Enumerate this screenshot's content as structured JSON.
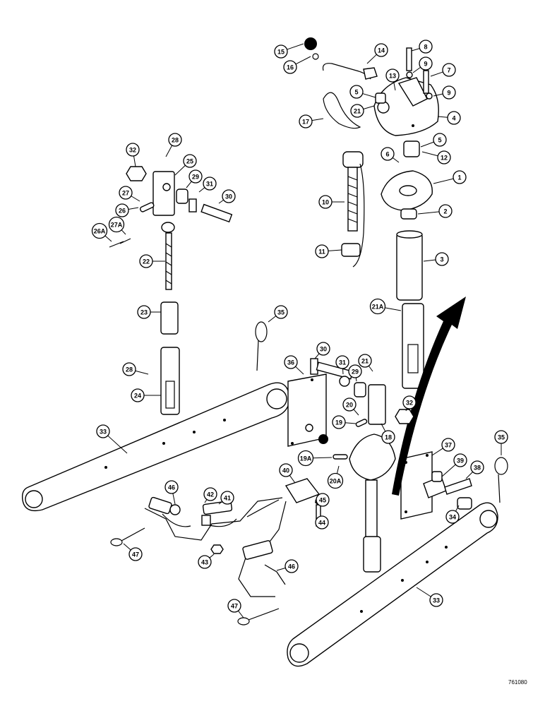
{
  "drawing": {
    "reference": "761080",
    "callouts": [
      {
        "id": "c15",
        "label": "15"
      },
      {
        "id": "c16",
        "label": "16"
      },
      {
        "id": "c14",
        "label": "14"
      },
      {
        "id": "c8",
        "label": "8"
      },
      {
        "id": "c9a",
        "label": "9"
      },
      {
        "id": "c7",
        "label": "7"
      },
      {
        "id": "c13",
        "label": "13"
      },
      {
        "id": "c5a",
        "label": "5"
      },
      {
        "id": "c9b",
        "label": "9"
      },
      {
        "id": "c21a",
        "label": "21"
      },
      {
        "id": "c4",
        "label": "4"
      },
      {
        "id": "c17",
        "label": "17"
      },
      {
        "id": "c5b",
        "label": "5"
      },
      {
        "id": "c6",
        "label": "6"
      },
      {
        "id": "c12",
        "label": "12"
      },
      {
        "id": "c1",
        "label": "1"
      },
      {
        "id": "c10",
        "label": "10"
      },
      {
        "id": "c2",
        "label": "2"
      },
      {
        "id": "c11",
        "label": "11"
      },
      {
        "id": "c3",
        "label": "3"
      },
      {
        "id": "c21A",
        "label": "21A"
      },
      {
        "id": "c32a",
        "label": "32"
      },
      {
        "id": "c28a",
        "label": "28"
      },
      {
        "id": "c25",
        "label": "25"
      },
      {
        "id": "c29a",
        "label": "29"
      },
      {
        "id": "c31a",
        "label": "31"
      },
      {
        "id": "c30a",
        "label": "30"
      },
      {
        "id": "c27",
        "label": "27"
      },
      {
        "id": "c26",
        "label": "26"
      },
      {
        "id": "c27A",
        "label": "27A"
      },
      {
        "id": "c26A",
        "label": "26A"
      },
      {
        "id": "c22",
        "label": "22"
      },
      {
        "id": "c23",
        "label": "23"
      },
      {
        "id": "c35a",
        "label": "35"
      },
      {
        "id": "c28b",
        "label": "28"
      },
      {
        "id": "c24",
        "label": "24"
      },
      {
        "id": "c36",
        "label": "36"
      },
      {
        "id": "c30b",
        "label": "30"
      },
      {
        "id": "c31b",
        "label": "31"
      },
      {
        "id": "c29b",
        "label": "29"
      },
      {
        "id": "c21b",
        "label": "21"
      },
      {
        "id": "c20",
        "label": "20"
      },
      {
        "id": "c32b",
        "label": "32"
      },
      {
        "id": "c19",
        "label": "19"
      },
      {
        "id": "c18",
        "label": "18"
      },
      {
        "id": "c33a",
        "label": "33"
      },
      {
        "id": "c19A",
        "label": "19A"
      },
      {
        "id": "c20A",
        "label": "20A"
      },
      {
        "id": "c37",
        "label": "37"
      },
      {
        "id": "c35b",
        "label": "35"
      },
      {
        "id": "c39",
        "label": "39"
      },
      {
        "id": "c38",
        "label": "38"
      },
      {
        "id": "c34",
        "label": "34"
      },
      {
        "id": "c40",
        "label": "40"
      },
      {
        "id": "c46a",
        "label": "46"
      },
      {
        "id": "c42",
        "label": "42"
      },
      {
        "id": "c41",
        "label": "41"
      },
      {
        "id": "c45",
        "label": "45"
      },
      {
        "id": "c44",
        "label": "44"
      },
      {
        "id": "c47a",
        "label": "47"
      },
      {
        "id": "c43",
        "label": "43"
      },
      {
        "id": "c46b",
        "label": "46"
      },
      {
        "id": "c47b",
        "label": "47"
      },
      {
        "id": "c33b",
        "label": "33"
      }
    ]
  }
}
